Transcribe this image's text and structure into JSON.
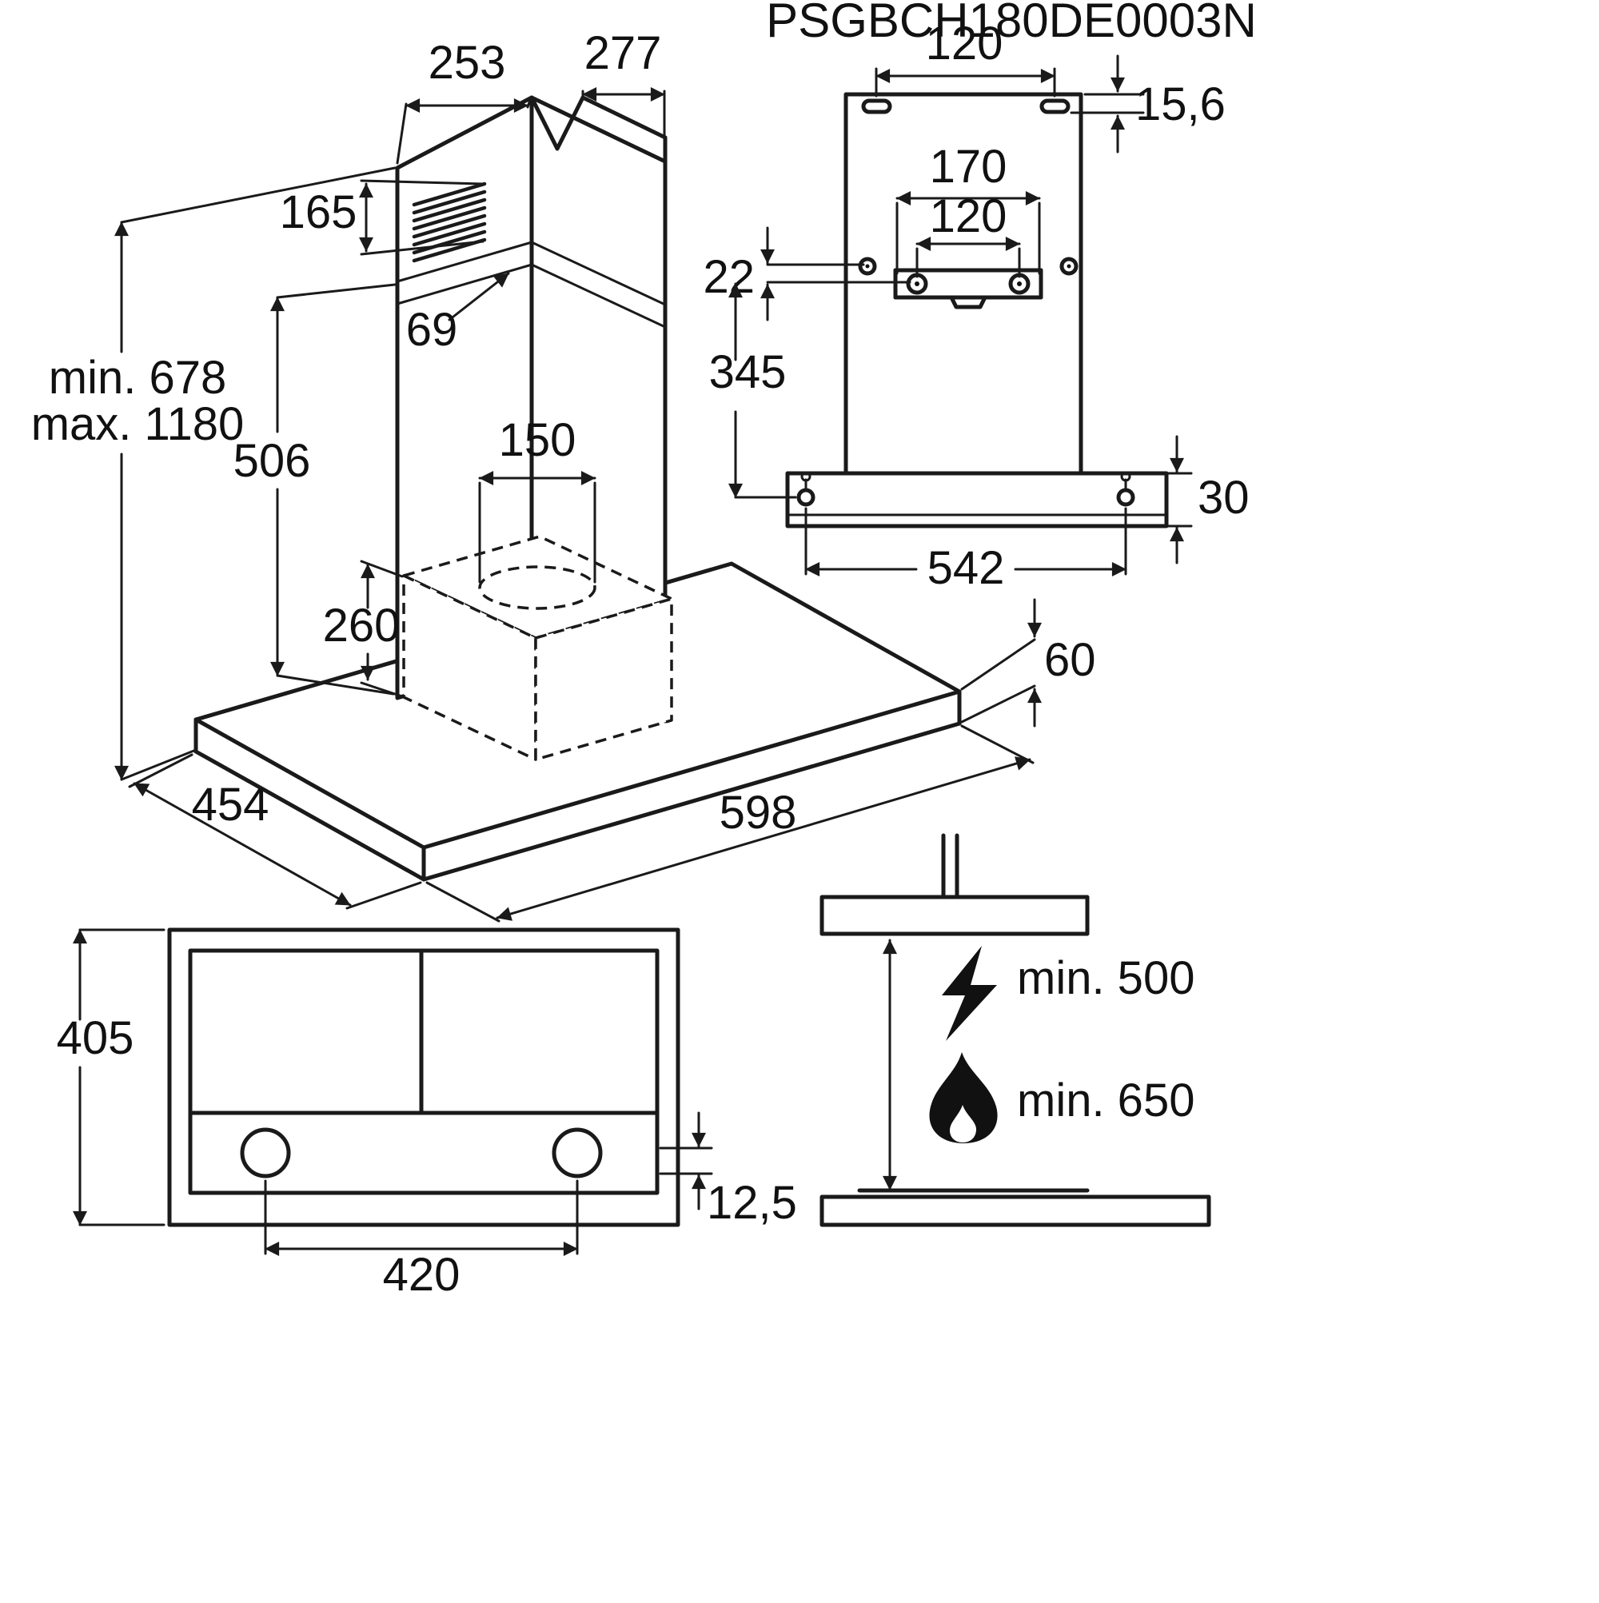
{
  "drawing_code": "PSGBCH180DE0003N",
  "colors": {
    "line": "#1a1a1a",
    "text": "#111111",
    "background": "#ffffff"
  },
  "iso_view": {
    "chimney_top_depth_front": "253",
    "chimney_top_depth_back": "277",
    "grille_height": "165",
    "grille_offset": "69",
    "mount_height_min": "min. 678",
    "mount_height_max": "max. 1180",
    "chimney_section_height": "506",
    "duct_diameter": "150",
    "blower_height": "260",
    "canopy_depth": "454",
    "canopy_width": "598",
    "canopy_thickness": "60"
  },
  "front_view": {
    "slot_spacing": "120",
    "slot_drop": "15,6",
    "bracket_width": "170",
    "bracket_hole_spacing": "120",
    "bracket_offset": "22",
    "bracket_to_canopy": "345",
    "canopy_screw_offset": "30",
    "canopy_screw_spacing": "542"
  },
  "bottom_view": {
    "body_depth": "405",
    "lamp_spacing": "420",
    "panel_thickness": "12,5"
  },
  "clearance_view": {
    "electric_hob_clearance": "min. 500",
    "gas_hob_clearance": "min. 650"
  },
  "icons": {
    "electric": "lightning-bolt-icon",
    "gas": "flame-icon"
  }
}
